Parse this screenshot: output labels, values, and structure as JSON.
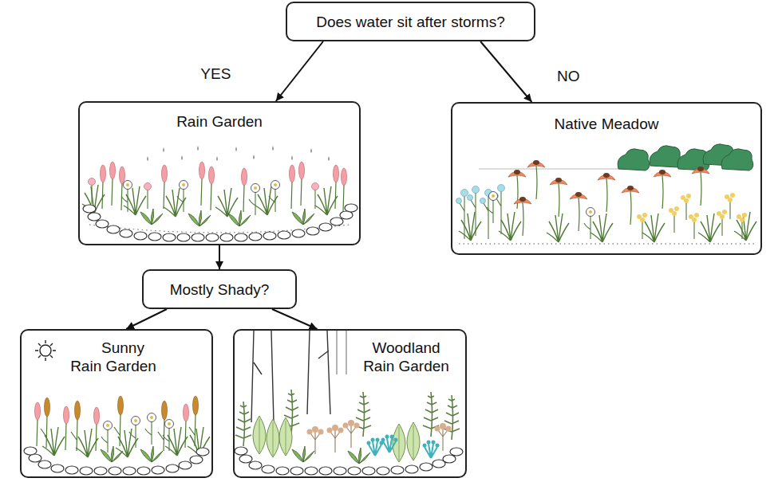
{
  "diagram": {
    "nodes": [
      {
        "text": [
          "Does water sit after storms?"
        ]
      },
      {
        "text": [
          "Rain Garden"
        ]
      },
      {
        "text": [
          "Native Meadow"
        ]
      },
      {
        "text": [
          "Mostly Shady?"
        ]
      },
      {
        "text": [
          "Sunny Rain Garden"
        ]
      },
      {
        "text": [
          "Woodland Rain Garden"
        ]
      }
    ],
    "edges": [
      {
        "from": 0,
        "to": 1,
        "label": "YES",
        "arrow": "to"
      },
      {
        "from": 0,
        "to": 2,
        "label": "NO",
        "arrow": "to"
      },
      {
        "from": 1,
        "to": 3,
        "arrow": "to"
      },
      {
        "from": 3,
        "to": 4,
        "arrow": "to"
      },
      {
        "from": 3,
        "to": 5,
        "arrow": "to"
      }
    ]
  }
}
